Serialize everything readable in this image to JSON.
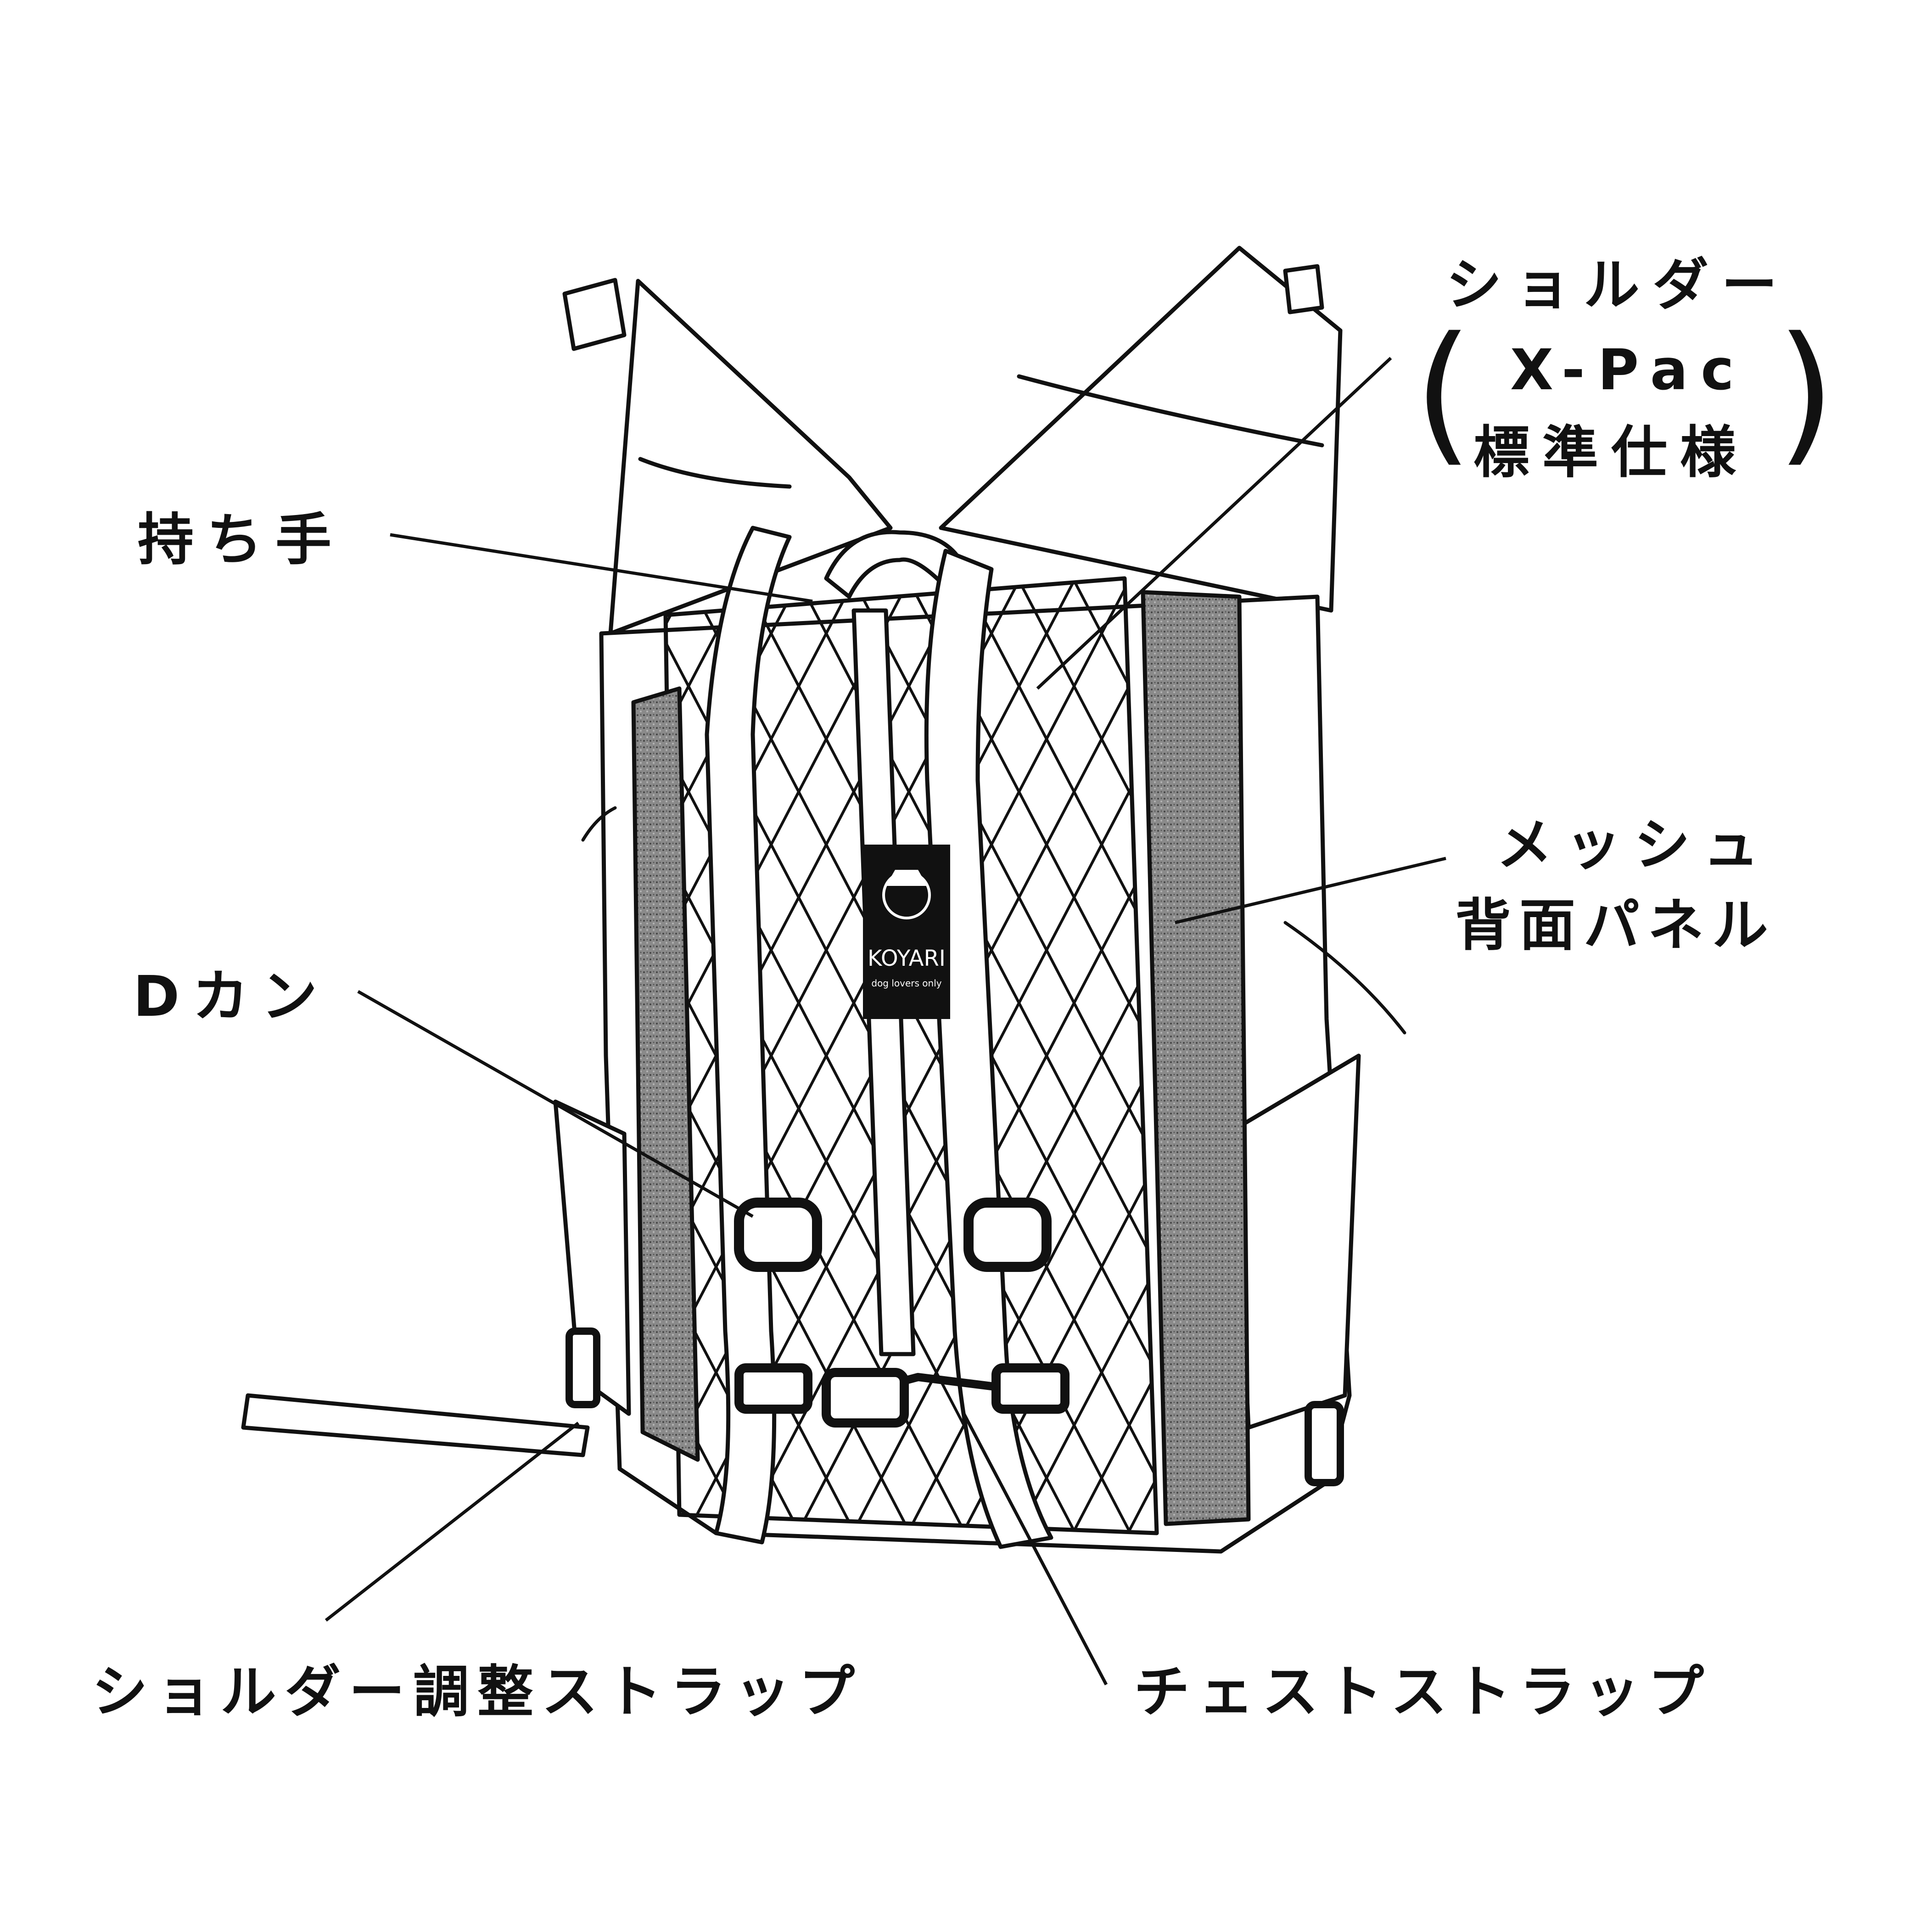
{
  "labels": {
    "shoulder": {
      "line1": "ショルダー",
      "line2": "X-Pac",
      "line3": "標準仕様"
    },
    "handle": "持ち手",
    "mesh": {
      "line1": "メッシュ",
      "line2": "背面パネル"
    },
    "d_ring": "Dカン",
    "shoulder_adjust_strap": "ショルダー調整ストラップ",
    "chest_strap": "チェストストラップ"
  },
  "logo_tag": {
    "brand": "KOYARI",
    "tagline": "dog lovers only"
  },
  "colors": {
    "ink": "#111111",
    "background": "#ffffff",
    "mesh": "#777777",
    "tag": "#111111"
  }
}
